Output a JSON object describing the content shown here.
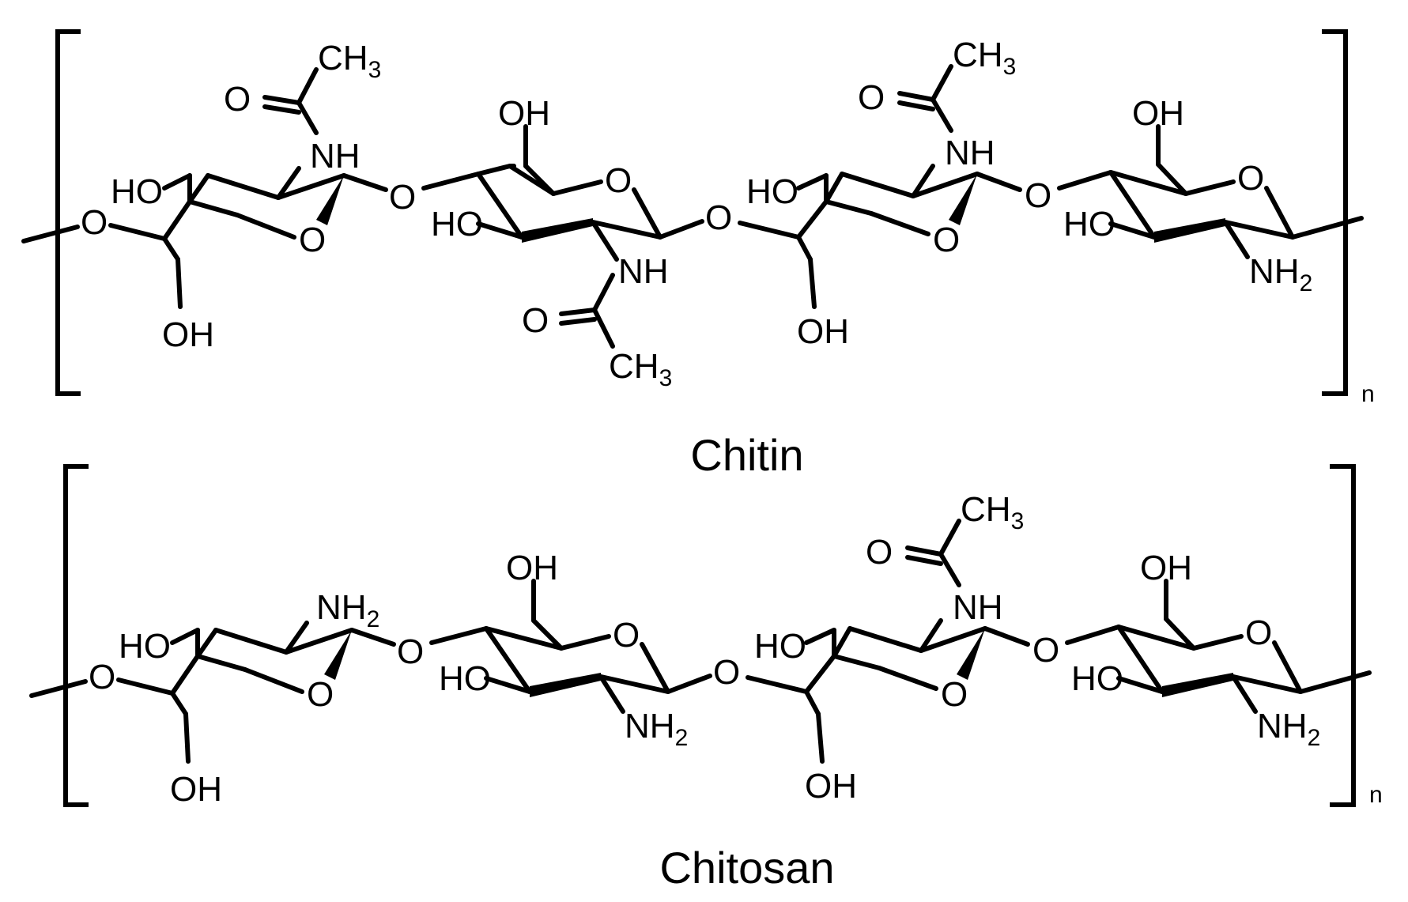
{
  "atoms": {
    "oh": "OH",
    "ho": "HO",
    "o": "O",
    "nh": "NH",
    "nh2": "NH",
    "two": "2",
    "ch3": "CH",
    "three": "3"
  },
  "repeat_subscript": "n",
  "structures": [
    {
      "id": "chitin",
      "caption": "Chitin"
    },
    {
      "id": "chitosan",
      "caption": "Chitosan"
    }
  ],
  "colors": {
    "ink": "#000000",
    "background": "#ffffff"
  }
}
